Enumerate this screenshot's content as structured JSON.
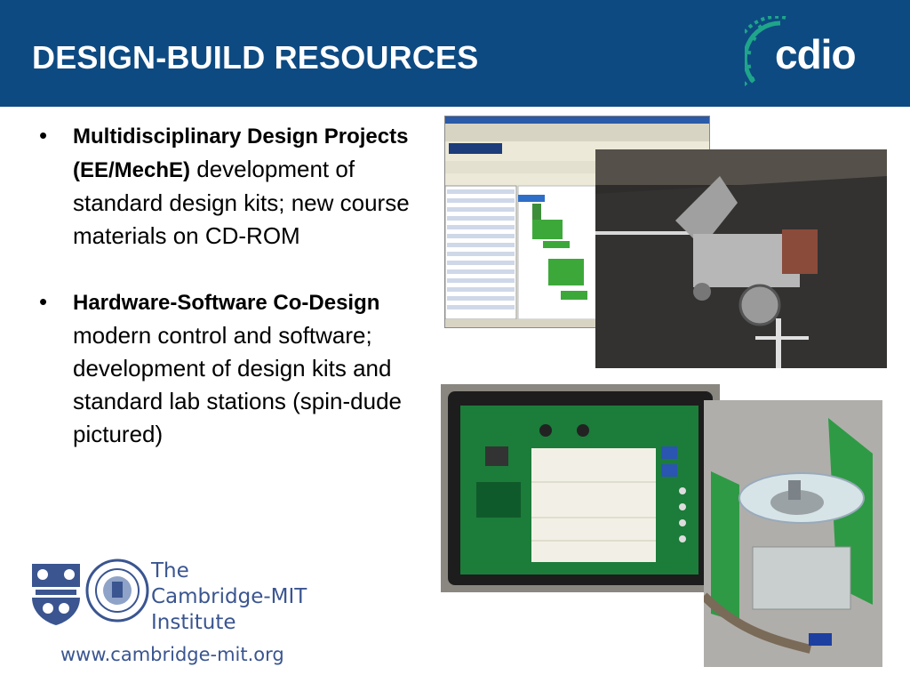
{
  "slide": {
    "title": "DESIGN-BUILD RESOURCES",
    "logo_text": "cdio"
  },
  "bullets": [
    {
      "bold": "Multidisciplinary Design Projects (EE/MechE)",
      "text": "development of standard design kits; new course materials on CD-ROM"
    },
    {
      "bold": "Hardware-Software Co-Design",
      "text": "modern control and software; development of design kits and standard lab stations (spin-dude pictured)"
    }
  ],
  "footer": {
    "institute_line1": "The",
    "institute_line2": "Cambridge-MIT",
    "institute_line3": "Institute",
    "url": "www.cambridge-mit.org"
  },
  "colors": {
    "header_bg": "#0d4a82",
    "logo_green": "#1fa58a",
    "footer_text": "#3a5590"
  }
}
